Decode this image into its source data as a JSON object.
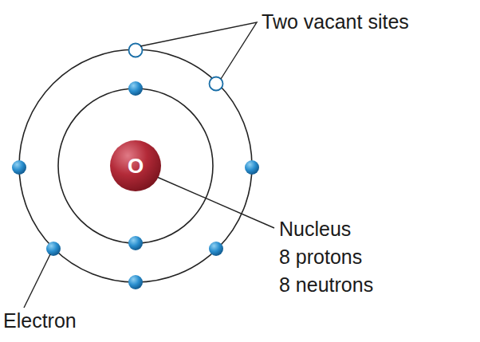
{
  "diagram": {
    "nodes": [
      {
        "text": [
          "O"
        ]
      }
    ],
    "labels": [
      "Two vacant sites",
      "Nucleus",
      "8 protons",
      "8 neutrons",
      "Electron"
    ]
  }
}
